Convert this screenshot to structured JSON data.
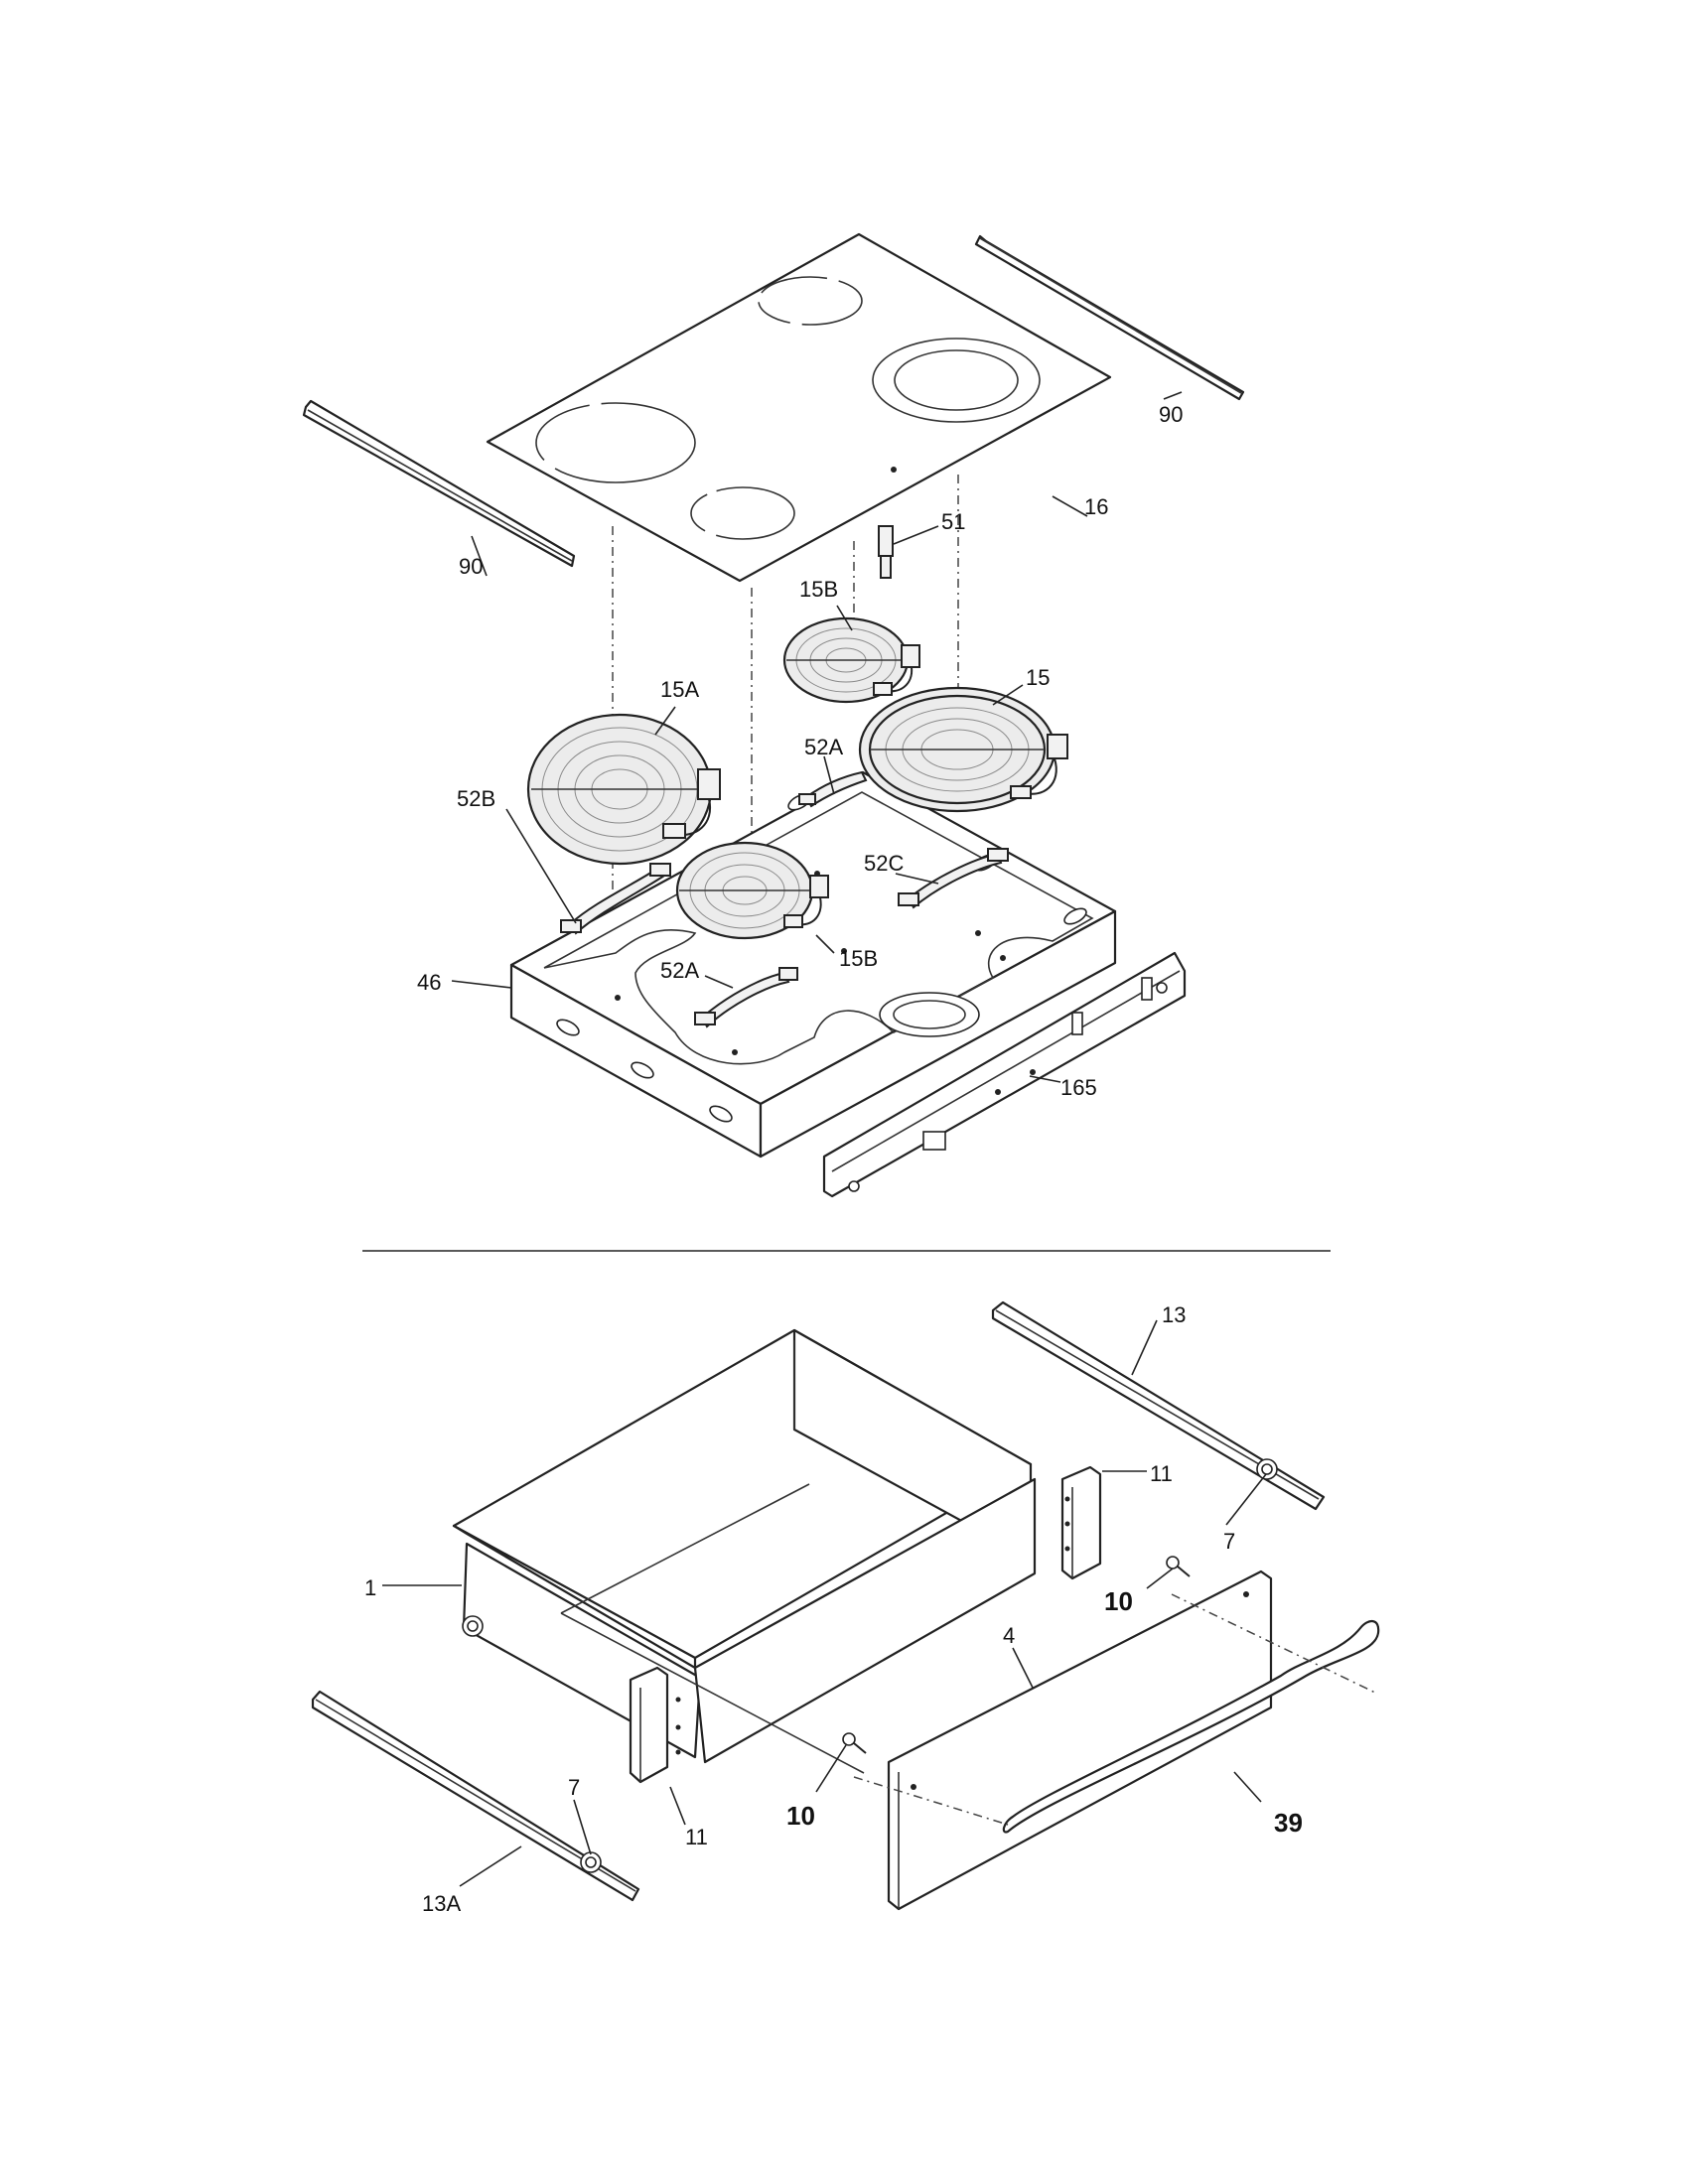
{
  "labels": {
    "p90_left": "90",
    "p90_right": "90",
    "p16": "16",
    "p51": "51",
    "p15B_top": "15B",
    "p15": "15",
    "p15A": "15A",
    "p52A_top": "52A",
    "p52B": "52B",
    "p52C": "52C",
    "p15B_bottom": "15B",
    "p52A_bottom": "52A",
    "p46": "46",
    "p165": "165",
    "p13": "13",
    "p11_right": "11",
    "p7_right": "7",
    "p1": "1",
    "p10_right": "10",
    "p4": "4",
    "p10_left": "10",
    "p39": "39",
    "p7_left": "7",
    "p13A": "13A",
    "p11_left": "11"
  }
}
